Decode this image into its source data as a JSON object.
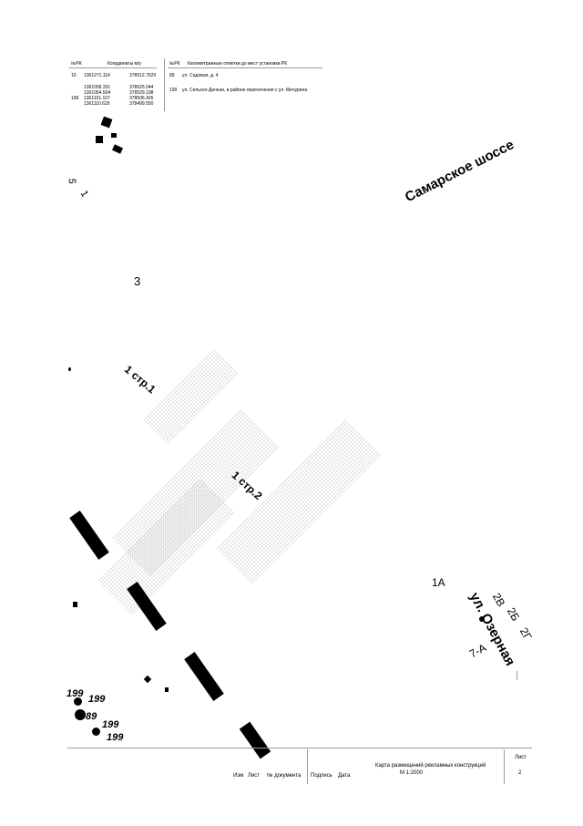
{
  "coord_table": {
    "header_num": "№РК",
    "header_coords": "Координаты м/у",
    "rows": [
      {
        "num": "10",
        "x": "1361271.114",
        "y": "378512.7629"
      },
      {
        "num": "",
        "x": "1361058.331",
        "y": "378525.044"
      },
      {
        "num": "",
        "x": "1361064.504",
        "y": "378529.198"
      },
      {
        "num": "199",
        "x": "1361101.107",
        "y": "378506.426"
      },
      {
        "num": "",
        "x": "1361110.629",
        "y": "378499.550"
      }
    ]
  },
  "place_table": {
    "header_num": "№РК",
    "header_desc": "Километражные отметки до мест установки РК",
    "rows": [
      {
        "num": "89",
        "text": "ул. Садовая, д. 4"
      },
      {
        "num": "199",
        "text": "ул. Сельско-Дачная, в районе пересечения с ул. Мичурина"
      }
    ]
  },
  "map_labels": {
    "samarskoe": "Самарское шоссе",
    "ozernaya": "ул. Озерная",
    "bldg1": "1 стр.1",
    "bldg2": "1 стр.2",
    "num5": "5",
    "num1": "1",
    "num3": "3",
    "num1a": "1А",
    "num2v": "2В",
    "num2b": "2Б",
    "num2g": "2Г",
    "num7a": "7-А",
    "m199a": "199",
    "m199b": "199",
    "m89": "89",
    "m199c": "199",
    "m199d": "199"
  },
  "title_block": {
    "izm": "Изм",
    "list": "Лист",
    "doc": "№ документа",
    "sign": "Подпись",
    "date": "Дата",
    "title": "Карта размещений рекламных конструкций",
    "scale": "М 1:2000",
    "sheet_label": "Лист",
    "sheet_num": "2"
  }
}
